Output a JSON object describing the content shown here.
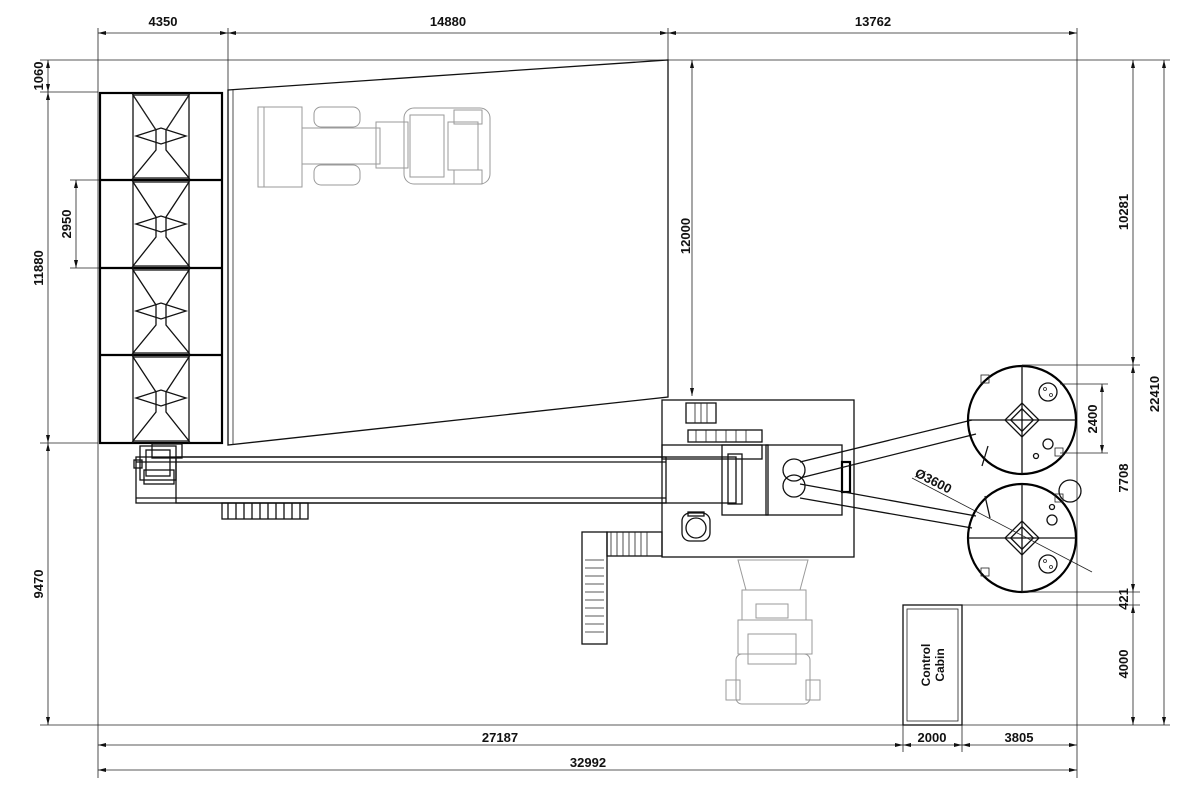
{
  "dimensions": {
    "top_left": "4350",
    "top_middle": "14880",
    "top_right": "13762",
    "left_top": "1060",
    "left_bin_pitch": "2950",
    "left_upper": "11880",
    "left_lower": "9470",
    "middle_vertical": "12000",
    "right_upper": "10281",
    "right_silo_spacing": "2400",
    "right_total": "22410",
    "right_silo_zone": "7708",
    "right_gap": "421",
    "right_cabin": "4000",
    "silo_diameter": "Ø3600",
    "bottom_main": "27187",
    "bottom_cabin": "2000",
    "bottom_right": "3805",
    "bottom_total": "32992"
  },
  "labels": {
    "cabin_line1": "Control",
    "cabin_line2": "Cabin"
  }
}
